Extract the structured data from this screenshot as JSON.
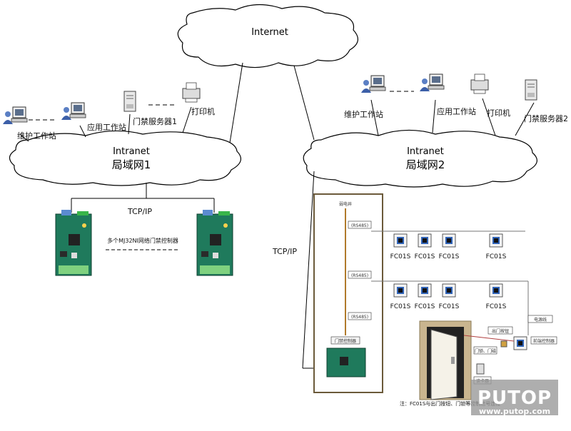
{
  "internet": "Internet",
  "intranet1": {
    "title": "Intranet",
    "subtitle": "局域网1"
  },
  "intranet2": {
    "title": "Intranet",
    "subtitle": "局域网2"
  },
  "left": {
    "maintenance": "维护工作站",
    "application": "应用工作站",
    "server": "门禁服务器1",
    "printer": "打印机",
    "tcpip": "TCP/IP",
    "controllers": "多个MJ32NI网络门禁控制器"
  },
  "right": {
    "maintenance": "维护工作站",
    "application": "应用工作站",
    "printer": "打印机",
    "server": "门禁服务器2",
    "tcpip": "TCP/IP",
    "cable": "弱电井",
    "rs485": "(RS485)",
    "door_controller": "门禁控制器",
    "fc": "FC01S",
    "power_line": "电源线",
    "exit_button": "出门按钮",
    "door_lock": "门锁、门磁",
    "reader": "读卡器",
    "elevator_controller": "前端控制器",
    "note": "注：FC01S与出门按钮、门锁等控制信号连接"
  },
  "watermark": {
    "brand": "PUTOP",
    "url": "www.putop.com"
  }
}
